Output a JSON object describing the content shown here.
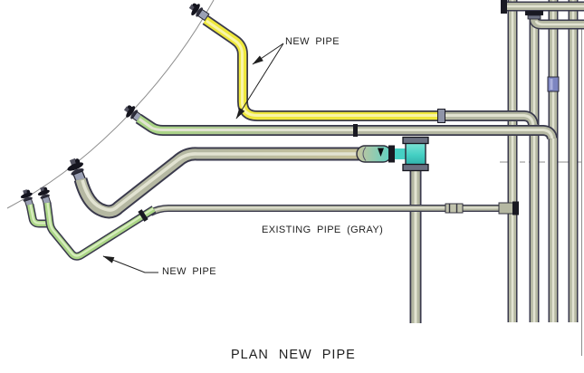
{
  "drawing": {
    "title": "PLAN NEW PIPE",
    "callout_new_pipe_top": "NEW PIPE",
    "callout_new_pipe_bottom": "NEW PIPE",
    "callout_existing_pipe": "EXISTING PIPE (GRAY)"
  },
  "colors": {
    "background": "#ffffff",
    "pipe_outline": "#3a3a4c",
    "pipe_gray": "#b5b8a2",
    "pipe_gray_highlight": "#e2e3d2",
    "pipe_yellow": "#efe83c",
    "pipe_yellow_highlight": "#f9f5a8",
    "pipe_green": "#abd687",
    "pipe_green_highlight": "#d8edbe",
    "pipe_teal": "#45d0c4",
    "coupling_blue": "#7d85c0",
    "fitting_dark": "#191922",
    "annotation": "#1f1f1f",
    "construction_line": "#8d8d8d"
  }
}
